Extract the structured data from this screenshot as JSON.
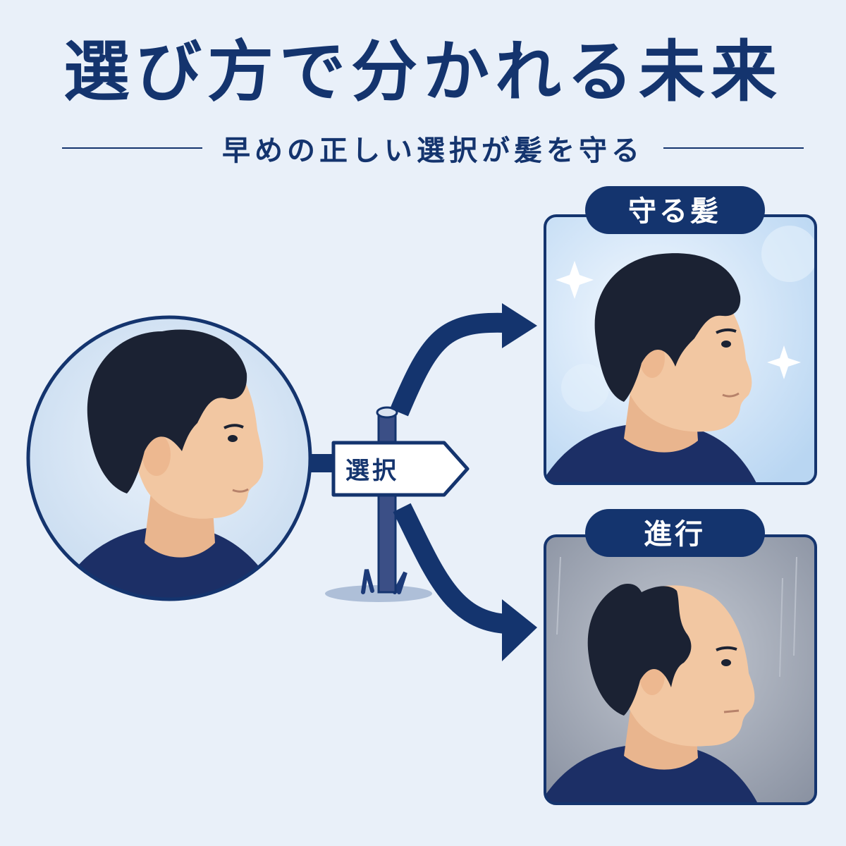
{
  "header": {
    "title": "選び方で分かれる未来",
    "subtitle": "早めの正しい選択が髪を守る"
  },
  "signpost": {
    "label": "選択"
  },
  "outcomes": [
    {
      "label": "守る髪"
    },
    {
      "label": "進行"
    }
  ],
  "colors": {
    "navy": "#14346e",
    "background": "#e9f0f9",
    "hair": "#1b2233",
    "skin": "#f2c7a2",
    "shirt": "#1c2f66",
    "top_panel_bg": "#d3e6f8",
    "bottom_panel_bg": "#9ca4b3"
  }
}
